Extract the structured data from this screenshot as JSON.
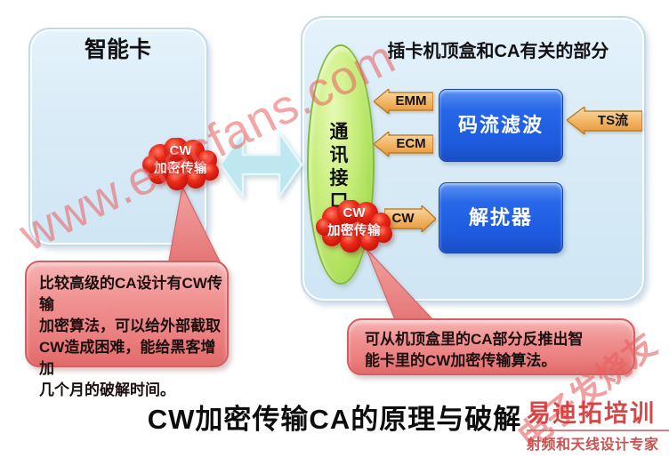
{
  "title": "CW加密传输CA的原理与破解",
  "smart_card": {
    "title": "智能卡"
  },
  "stb": {
    "title": "插卡机顶盒和CA有关的部分",
    "interface_label": "通讯接口",
    "blocks": {
      "filter": "码流滤波",
      "descrambler": "解扰器"
    }
  },
  "arrows": {
    "emm": "EMM",
    "ecm": "ECM",
    "ts": "TS流",
    "cw": "CW"
  },
  "cloud": {
    "line1": "CW",
    "line2": "加密传输"
  },
  "callouts": {
    "left": {
      "lines": [
        "比较高级的CA设计有CW传输",
        "加密算法，可以给外部截取",
        "CW造成困难，能给黑客增加",
        "几个月的破解时间。"
      ]
    },
    "right": {
      "lines": [
        "可从机顶盒里的CA部分反推出智",
        "能卡里的CW加密传输算法。"
      ]
    }
  },
  "watermarks": {
    "site": "www.elecfans.com",
    "diagonal_brand": "电子发烧友",
    "logo": "易迪拓培训",
    "tagline": "射频和天线设计专家"
  },
  "colors": {
    "container_blue": "#d9ebf7",
    "block_blue": "#2363e3",
    "arrow_orange": "#f0b664",
    "cloud_red": "#e02318",
    "interface_green": "#bce96a",
    "callout_pink": "#ee8b8b",
    "watermark_red": "#e85c5c"
  }
}
